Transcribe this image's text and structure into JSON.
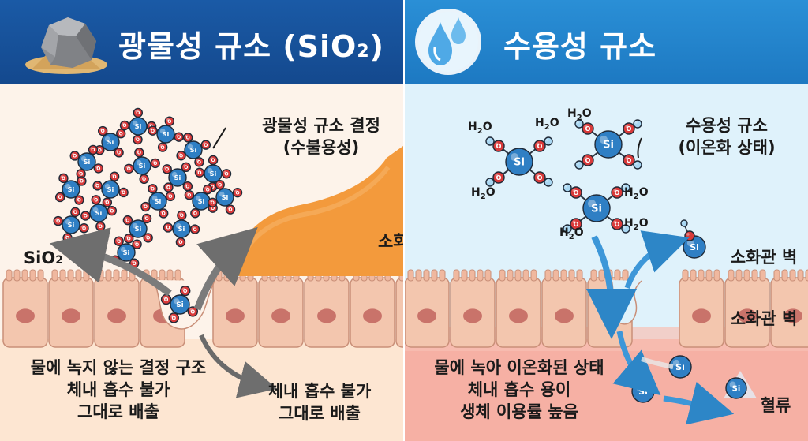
{
  "left": {
    "title_main": "광물성 규소 (SiO",
    "title_sub": "2",
    "title_end": ")",
    "crystal_label_1": "광물성 규소 결정",
    "crystal_label_2": "(수불용성)",
    "sio2_main": "SiO",
    "sio2_sub": "2",
    "digestive_tract": "소화관",
    "bottom_lines": [
      "물에 녹지 않는 결정 구조",
      "체내 흡수 불가",
      "그대로 배출"
    ],
    "right_lines": [
      "체내 흡수 불가",
      "그대로 배출"
    ]
  },
  "right": {
    "title": "수용성 규소",
    "label_1": "수용성 규소",
    "label_2": "(이온화 상태)",
    "wall_1": "소화관 벽",
    "wall_2": "소화관 벽",
    "bottom_lines": [
      "물에 녹아 이온화된 상태",
      "체내 흡수 용이",
      "생체 이용률 높음"
    ],
    "blood": "혈류"
  },
  "atoms": {
    "si": "Si",
    "o": "O",
    "h2o_main": "H",
    "h2o_sub": "2",
    "h2o_end": "O"
  },
  "colors": {
    "left_header": "#1a5aa6",
    "right_header": "#2a8fd6",
    "si_atom": "#2f7fc4",
    "o_atom": "#d93a3a",
    "h_atom": "#a9d7f2",
    "cell": "#f3c6ae",
    "nucleus": "#c9736a",
    "blood": "#f6b0a4",
    "orange_mass": "#f39a3c",
    "arrow_gray": "#7b7b7b",
    "arrow_blue": "#3d97d8"
  },
  "icons": [
    "rock-icon",
    "water-drop-icon"
  ]
}
